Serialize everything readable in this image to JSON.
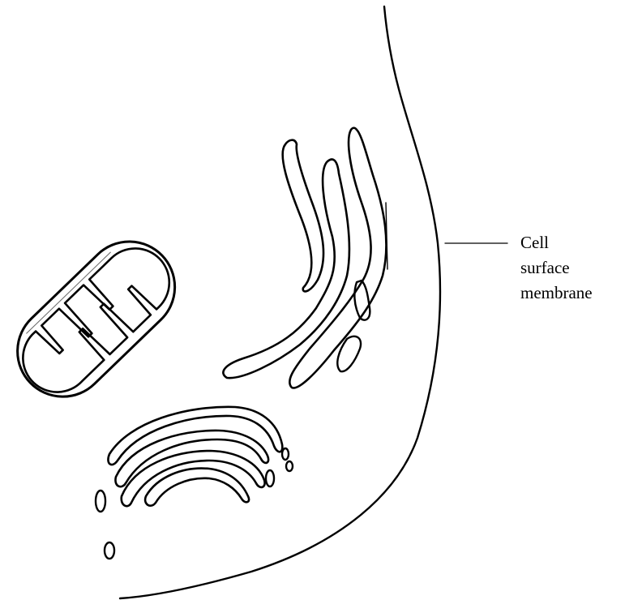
{
  "diagram": {
    "labels": {
      "cell_surface_membrane": [
        "Cell",
        "surface",
        "membrane"
      ]
    }
  },
  "colors": {
    "ink": "#000000",
    "background": "#ffffff"
  }
}
